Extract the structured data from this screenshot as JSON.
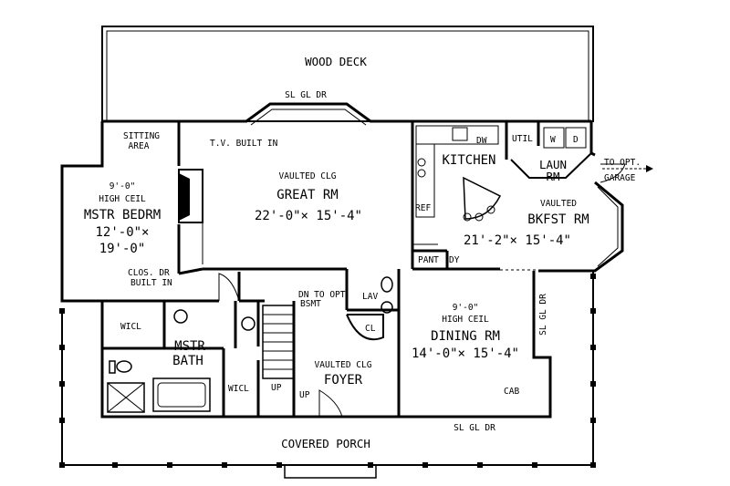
{
  "labels": {
    "wood_deck": "WOOD DECK",
    "sl_gl_dr_top": "SL GL DR",
    "sitting_area_1": "SITTING",
    "sitting_area_2": "AREA",
    "tv_built_in": "T.V. BUILT IN",
    "great_rm_vaulted": "VAULTED CLG",
    "great_rm": "GREAT RM",
    "great_rm_dim": "22'-0\"× 15'-4\"",
    "mstr_bedrm_ceil_1": "9'-0\"",
    "mstr_bedrm_ceil_2": "HIGH CEIL",
    "mstr_bedrm": "MSTR BEDRM",
    "mstr_bedrm_dim_1": "12'-0\"×",
    "mstr_bedrm_dim_2": "19'-0\"",
    "clos_dr_1": "CLOS. DR",
    "clos_dr_2": "BUILT IN",
    "kitchen": "KITCHEN",
    "dw": "DW",
    "ref": "REF",
    "util": "UTIL",
    "w": "W",
    "d": "D",
    "laun_1": "LAUN",
    "laun_2": "RM",
    "to_opt_1": "TO OPT.",
    "to_opt_2": "GARAGE",
    "bkfst_vaulted": "VAULTED",
    "bkfst_rm": "BKFST RM",
    "bkfst_dim": "21'-2\"× 15'-4\"",
    "pant": "PANT",
    "dy": "DY",
    "dn_bsmt_1": "DN TO OPT",
    "dn_bsmt_2": "BSMT",
    "lav": "LAV",
    "cl": "CL",
    "wicl_top": "WICL",
    "mstr_bath_1": "MSTR",
    "mstr_bath_2": "BATH",
    "wicl_bottom": "WICL",
    "up_1": "UP",
    "up_2": "UP",
    "foyer_vaulted": "VAULTED CLG",
    "foyer": "FOYER",
    "dining_ceil_1": "9'-0\"",
    "dining_ceil_2": "HIGH CEIL",
    "dining_rm": "DINING RM",
    "dining_dim": "14'-0\"× 15'-4\"",
    "sl_gl_dr_right": "SL GL DR",
    "cab": "CAB",
    "sl_gl_dr_bottom": "SL GL DR",
    "covered_porch": "COVERED PORCH"
  }
}
